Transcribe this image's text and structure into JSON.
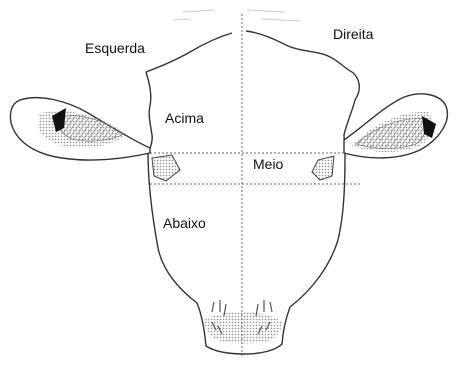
{
  "diagram": {
    "labels": {
      "esquerda": "Esquerda",
      "direita": "Direita",
      "acima": "Acima",
      "meio": "Meio",
      "abaixo": "Abaixo"
    },
    "colors": {
      "outline": "#333333",
      "guide": "#666666",
      "shading": "#aaaaaa",
      "dark_fill": "#111111"
    }
  }
}
